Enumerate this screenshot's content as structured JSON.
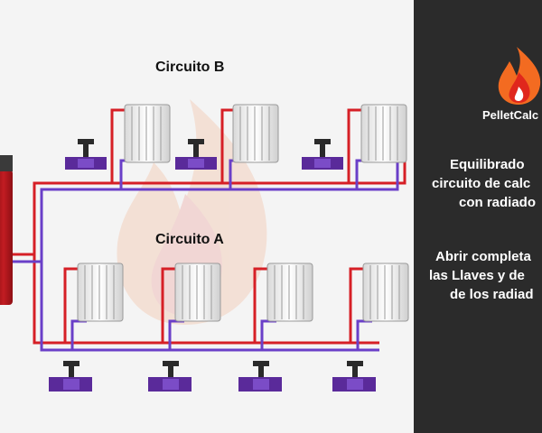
{
  "diagram": {
    "circuit_b_label": "Circuito B",
    "circuit_a_label": "Circuito A"
  },
  "side_panel": {
    "brand_name": "PelletCalc",
    "title_lines": [
      "Equilibrado",
      "circuito de calc",
      "con radiado"
    ],
    "instruction_lines": [
      "Abrir completa",
      "las Llaves y de",
      "de los radiad"
    ]
  },
  "colors": {
    "supply_pipe": "#d61f26",
    "return_pipe": "#6a3fc8",
    "valve_body": "#5a2a9a",
    "boiler": "#b3151c",
    "panel_bg": "#2b2b2b",
    "flame_orange": "#f36b21",
    "flame_red": "#e0271c"
  }
}
